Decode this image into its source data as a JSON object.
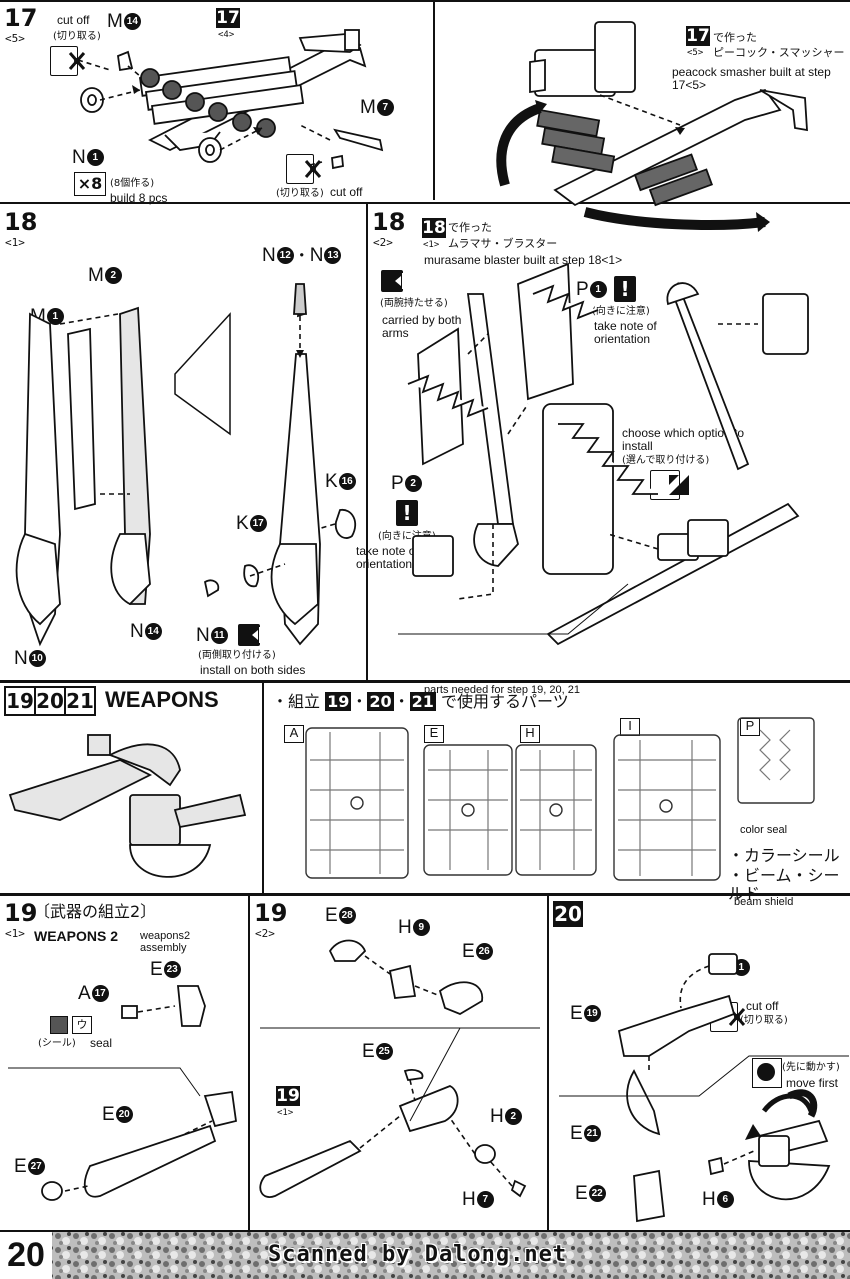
{
  "page_number": "20",
  "footer": {
    "scan_credit": "Scanned by Dalong.net"
  },
  "step17": {
    "number": "17",
    "sub": "<5>",
    "ref_number": "17",
    "ref_sub": "<4>",
    "cutoff_jp_1": "(切り取る)",
    "cutoff_en_1": "cut off",
    "cutoff_jp_2": "(切り取る)",
    "cutoff_en_2": "cut off",
    "parts": {
      "m14": "M",
      "m14_n": "14",
      "m7": "M",
      "m7_n": "7",
      "n1": "N",
      "n1_n": "1"
    },
    "multiplier": "×8",
    "build_jp": "(8個作る)",
    "build_en": "build 8 pcs",
    "made_ref": "17",
    "made_ref_sub": "<5>",
    "made_jp_1": "で作った",
    "made_jp_2": "ピーコック・スマッシャー",
    "made_en": "peacock smasher built at step 17<5>"
  },
  "step18_1": {
    "number": "18",
    "sub": "<1>",
    "parts": {
      "m1": "M",
      "m1_n": "1",
      "m2": "M",
      "m2_n": "2",
      "n10": "N",
      "n10_n": "10",
      "n14": "N",
      "n14_n": "14",
      "n12": "N",
      "n12_n": "12",
      "n13": "N",
      "n13_n": "13",
      "k16": "K",
      "k16_n": "16",
      "k17": "K",
      "k17_n": "17",
      "n11": "N",
      "n11_n": "11"
    },
    "sep": "・",
    "both_sides_jp": "(両側取り付ける)",
    "both_sides_en": "install on both sides"
  },
  "step18_2": {
    "number": "18",
    "sub": "<2>",
    "made_ref": "18",
    "made_ref_sub": "<1>",
    "made_jp_1": "で作った",
    "made_jp_2": "ムラマサ・ブラスター",
    "made_en": "murasame blaster built at step 18<1>",
    "carried_jp": "(両腕持たせる)",
    "carried_en": "carried by both arms",
    "parts": {
      "p1": "P",
      "p1_n": "1",
      "p2": "P",
      "p2_n": "2"
    },
    "orient_jp_1": "(向きに注意)",
    "orient_en_1": "take note of orientation",
    "orient_jp_2": "(向きに注意)",
    "orient_en_2": "take note of orientation",
    "choose_en": "choose which option to install",
    "choose_jp": "(選んで取り付ける)"
  },
  "weapons": {
    "steps": [
      "19",
      "20",
      "21"
    ],
    "title": "WEAPONS",
    "parts_en": "parts needed for step 19, 20, 21",
    "parts_jp_pre": "・組立",
    "parts_jp_post": "で使用するパーツ",
    "runners": [
      "A",
      "E",
      "H",
      "I",
      "P"
    ],
    "color_seal_en": "color seal",
    "color_seal_jp": "・カラーシール",
    "beam_shield_jp": "・ビーム・シールド",
    "beam_shield_en": "beam shield"
  },
  "step19_1": {
    "number": "19",
    "sub": "<1>",
    "title_jp": "〔武器の組立2〕",
    "title_en": "WEAPONS 2",
    "assembly_en": "weapons2 assembly",
    "parts": {
      "e23": "E",
      "e23_n": "23",
      "a17": "A",
      "a17_n": "17",
      "e20": "E",
      "e20_n": "20",
      "e27": "E",
      "e27_n": "27"
    },
    "seal_glyph": "ウ",
    "seal_jp": "(シール)",
    "seal_en": "seal"
  },
  "step19_2": {
    "number": "19",
    "sub": "<2>",
    "ref": "19",
    "ref_sub": "<1>",
    "parts": {
      "e28": "E",
      "e28_n": "28",
      "h9": "H",
      "h9_n": "9",
      "e26": "E",
      "e26_n": "26",
      "e25": "E",
      "e25_n": "25",
      "h2": "H",
      "h2_n": "2",
      "h7": "H",
      "h7_n": "7"
    }
  },
  "step20": {
    "number": "20",
    "parts": {
      "h1": "H",
      "h1_n": "1",
      "e19": "E",
      "e19_n": "19",
      "e21": "E",
      "e21_n": "21",
      "e22": "E",
      "e22_n": "22",
      "h6": "H",
      "h6_n": "6"
    },
    "cutoff_en": "cut off",
    "cutoff_jp": "(切り取る)",
    "move_jp": "(先に動かす)",
    "move_en": "move first"
  },
  "colors": {
    "ink": "#111111",
    "paper": "#ffffff",
    "part_gray": "#d9d9d9"
  }
}
